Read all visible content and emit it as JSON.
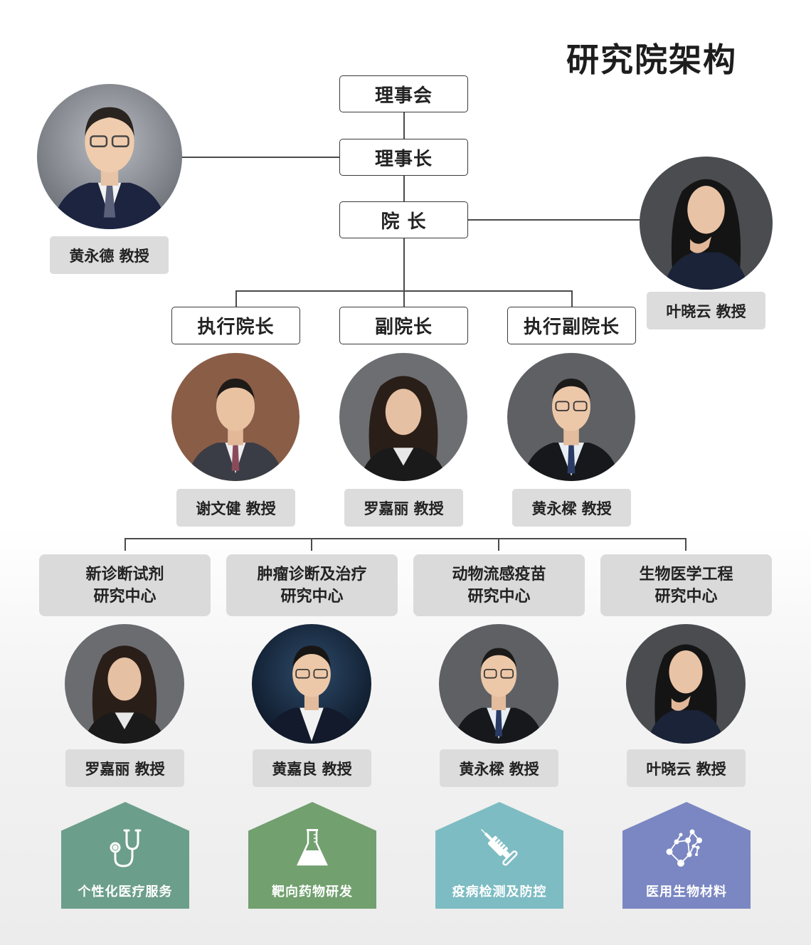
{
  "title": "研究院架构",
  "top_nodes": {
    "board": "理事会",
    "chairman": "理事长",
    "president": "院 长"
  },
  "chairman_person": {
    "name": "黄永德 教授"
  },
  "president_person": {
    "name": "叶晓云 教授"
  },
  "vice_roles": [
    {
      "role": "执行院长",
      "name": "谢文健 教授"
    },
    {
      "role": "副院长",
      "name": "罗嘉丽 教授"
    },
    {
      "role": "执行副院长",
      "name": "黄永樑 教授"
    }
  ],
  "centers": [
    {
      "line1": "新诊断试剂",
      "line2": "研究中心",
      "name": "罗嘉丽 教授"
    },
    {
      "line1": "肿瘤诊断及治疗",
      "line2": "研究中心",
      "name": "黄嘉良 教授"
    },
    {
      "line1": "动物流感疫苗",
      "line2": "研究中心",
      "name": "黄永樑 教授"
    },
    {
      "line1": "生物医学工程",
      "line2": "研究中心",
      "name": "叶晓云 教授"
    }
  ],
  "fields": [
    {
      "label": "个性化医疗服务",
      "icon": "stethoscope-icon",
      "color": "#6c9e8c"
    },
    {
      "label": "靶向药物研发",
      "icon": "flask-icon",
      "color": "#72a06f"
    },
    {
      "label": "疫病检测及防控",
      "icon": "syringe-icon",
      "color": "#7dbcc3"
    },
    {
      "label": "医用生物材料",
      "icon": "molecule-icon",
      "color": "#7b87c2"
    }
  ],
  "colors": {
    "line": "#4a4a4a",
    "tag_bg": "#dcdcdc",
    "center_bg": "#dadada"
  }
}
